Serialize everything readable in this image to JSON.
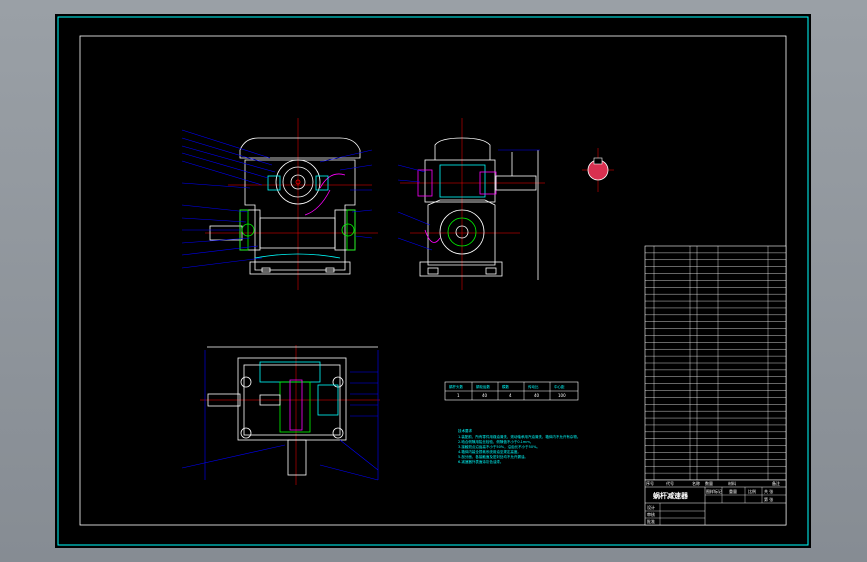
{
  "drawing": {
    "title_block": {
      "name": "蜗杆减速器",
      "fields": [
        "设计",
        "审核",
        "批准"
      ],
      "header_cells": [
        "序号",
        "代号",
        "名称",
        "数量",
        "材料",
        "备注"
      ],
      "scale_cells": [
        "图样标记",
        "重量",
        "比例",
        "共 张",
        "第 张"
      ]
    },
    "tech_table": {
      "headers": [
        "蜗杆头数",
        "蜗轮齿数",
        "模数",
        "传动比",
        "中心距"
      ],
      "values": [
        "1",
        "40",
        "4",
        "40",
        "100"
      ]
    },
    "tech_notes": {
      "title": "技术要求",
      "lines": [
        "1.装配前，所有零件用煤油清洗，滚动轴承用汽油清洗，箱体内不允许有杂物。",
        "2.啮合侧隙用铅丝检验，侧隙值不小于0.1mm。",
        "3.接触斑点沿齿高不小于50%，沿齿长不小于50%。",
        "4.箱体内装全损耗系统用油至规定高度。",
        "5.剖分面、各接触面及密封处均不允许漏油。",
        "6.减速器外表面涂灰色油漆。"
      ]
    },
    "colors": {
      "frame": "#00ffff",
      "lines": "#ffffff",
      "leaders": "#0000ff",
      "center": "#ff0000",
      "part": "#00ff00",
      "section": "#ff00ff"
    }
  }
}
